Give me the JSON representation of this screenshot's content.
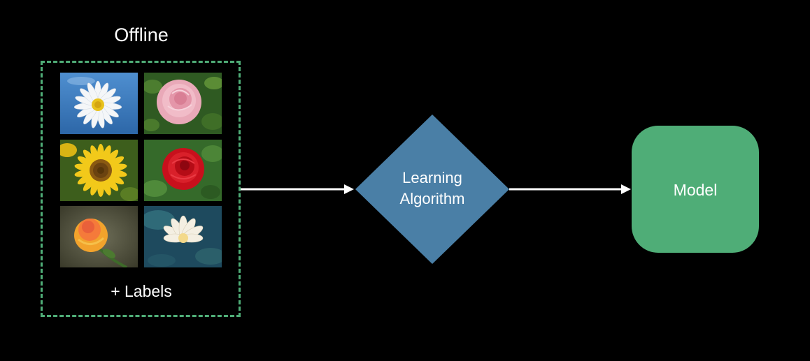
{
  "diagram": {
    "title": "Offline",
    "dataset_caption": "+ Labels",
    "algorithm_label": "Learning Algorithm",
    "model_label": "Model",
    "images": [
      {
        "icon": "daisy-photo"
      },
      {
        "icon": "pink-rose-photo"
      },
      {
        "icon": "sunflower-photo"
      },
      {
        "icon": "red-rose-photo"
      },
      {
        "icon": "orange-rose-photo"
      },
      {
        "icon": "water-lily-photo"
      }
    ]
  },
  "colors": {
    "background": "#000000",
    "dashed_border": "#4fad77",
    "diamond": "#4a7fa6",
    "model_box": "#4fad77",
    "arrow": "#ffffff",
    "text": "#ffffff"
  }
}
